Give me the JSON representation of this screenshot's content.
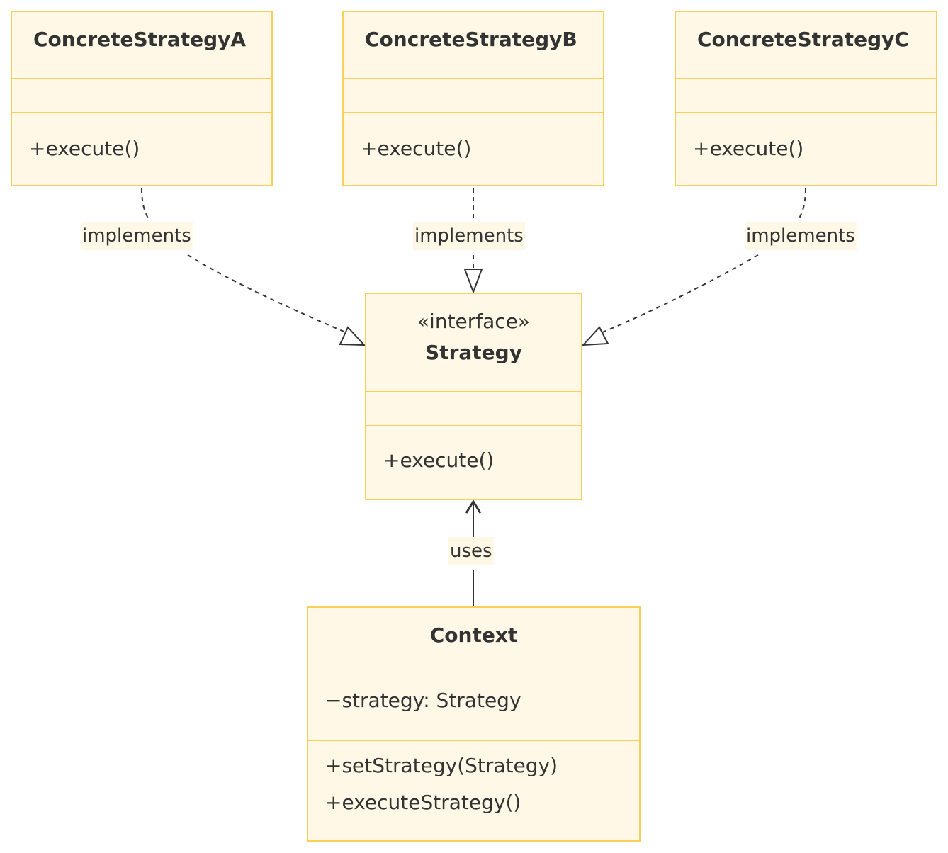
{
  "colors": {
    "box_fill": "#fff8e6",
    "box_border": "#f7d05a",
    "text": "#333333",
    "edge": "#333333"
  },
  "classes": {
    "a": {
      "name": "ConcreteStrategyA",
      "methods": [
        "+execute()"
      ]
    },
    "b": {
      "name": "ConcreteStrategyB",
      "methods": [
        "+execute()"
      ]
    },
    "c": {
      "name": "ConcreteStrategyC",
      "methods": [
        "+execute()"
      ]
    },
    "strategy": {
      "stereotype": "«interface»",
      "name": "Strategy",
      "methods": [
        "+execute()"
      ]
    },
    "context": {
      "name": "Context",
      "attributes": [
        "−strategy: Strategy"
      ],
      "methods": [
        "+setStrategy(Strategy)",
        "+executeStrategy()"
      ]
    }
  },
  "edges": {
    "implements_a": "implements",
    "implements_b": "implements",
    "implements_c": "implements",
    "uses": "uses"
  }
}
